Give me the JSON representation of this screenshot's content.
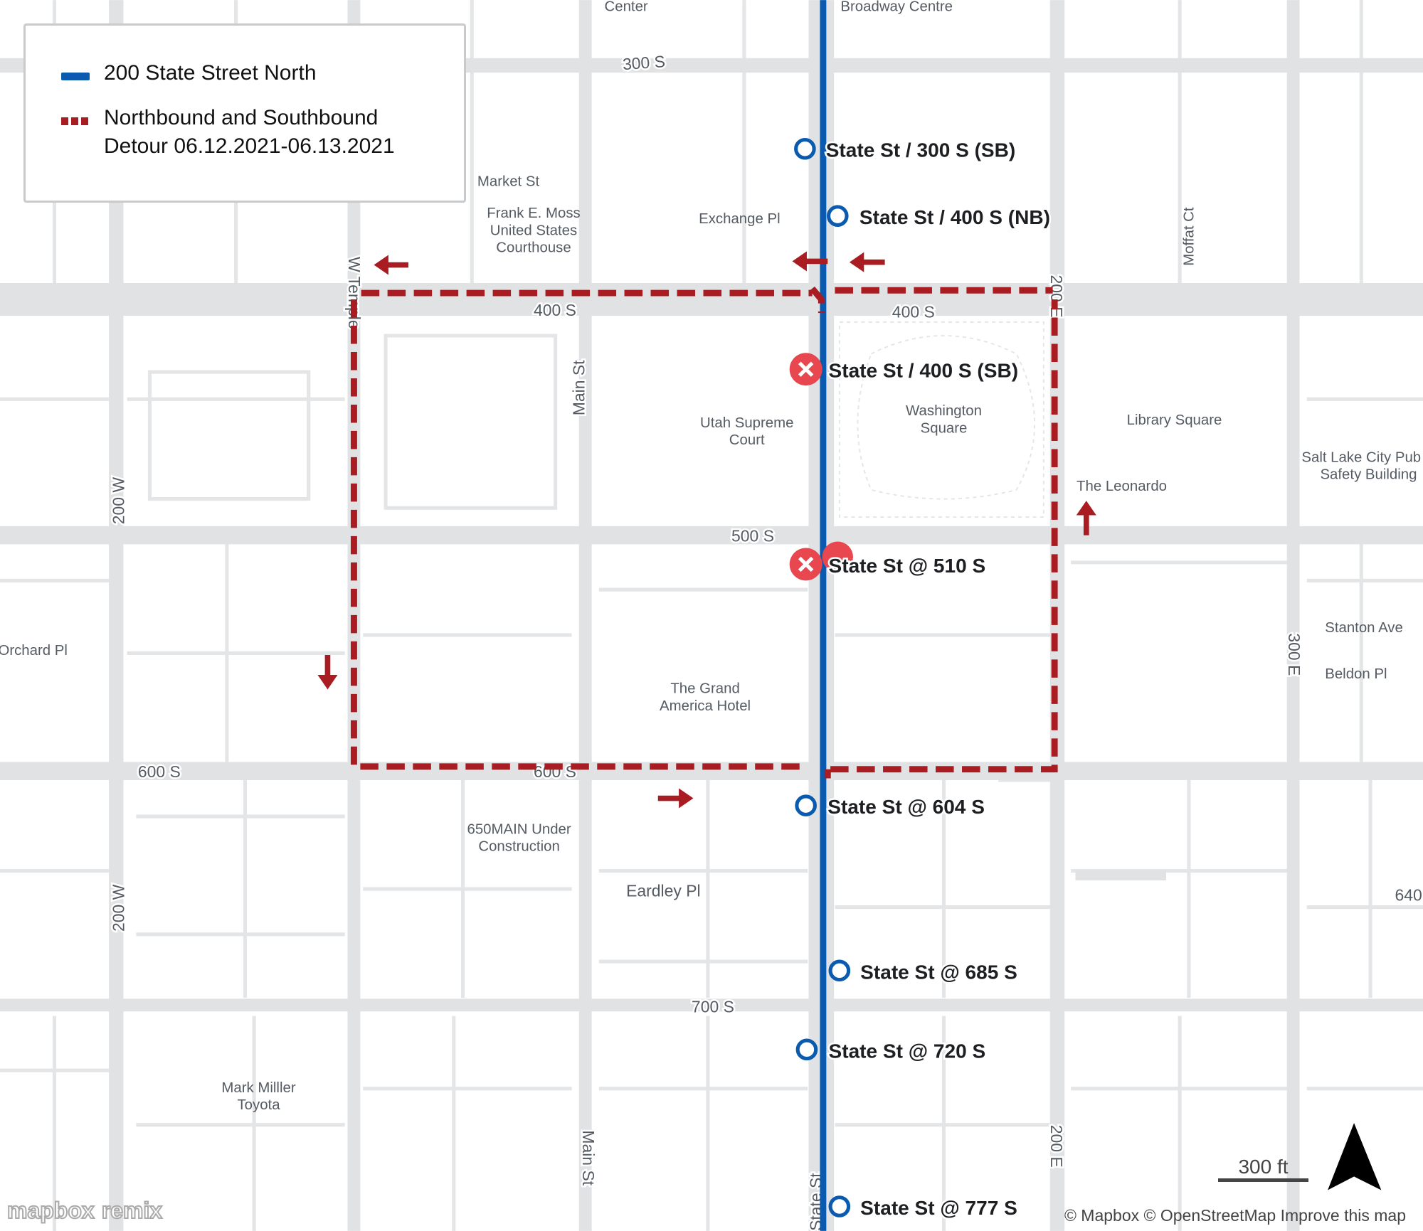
{
  "legend": {
    "items": [
      {
        "label": "200 State Street North",
        "color": "#0a5bb0",
        "style": "solid"
      },
      {
        "label": "Northbound and Southbound",
        "label2": "Detour 06.12.2021-06.13.2021",
        "color": "#a81c22",
        "style": "dashed"
      }
    ]
  },
  "streets": {
    "s300": "300 S",
    "s400a": "400 S",
    "s400b": "400 S",
    "s500": "500 S",
    "s600a": "600 S",
    "s600b": "600 S",
    "s700": "700 S",
    "w200a": "200 W",
    "w200b": "200 W",
    "wtemple": "W Temple",
    "main1": "Main St",
    "main2": "Main St",
    "state": "State St",
    "e200a": "200 E",
    "e200b": "200 E",
    "e300": "300 E",
    "market": "Market St",
    "exchange": "Exchange Pl",
    "moffat": "Moffat Ct",
    "orchard": "Orchard Pl",
    "stanton": "Stanton Ave",
    "beldon": "Beldon Pl",
    "eardley": "Eardley Pl",
    "e640": "640"
  },
  "places": {
    "center": "Center",
    "broadway": "Broadway Centre",
    "moss1": "Frank E. Moss",
    "moss2": "United States",
    "moss3": "Courthouse",
    "court1": "Utah Supreme",
    "court2": "Court",
    "wash1": "Washington",
    "wash2": "Square",
    "library": "Library Square",
    "leonardo": "The Leonardo",
    "safety1": "Salt Lake City Pub",
    "safety2": "Safety Building",
    "grand1": "The Grand",
    "grand2": "America Hotel",
    "main650a": "650MAIN Under",
    "main650b": "Construction",
    "toyota1": "Mark Milller",
    "toyota2": "Toyota"
  },
  "stops": [
    {
      "label": "State St / 300 S (SB)",
      "status": "active"
    },
    {
      "label": "State St / 400 S (NB)",
      "status": "active"
    },
    {
      "label": "State St / 400 S (SB)",
      "status": "closed"
    },
    {
      "label": "State St @ 510 S",
      "status": "closed"
    },
    {
      "label": "State St @ 604 S",
      "status": "active"
    },
    {
      "label": "State St @ 685 S",
      "status": "active"
    },
    {
      "label": "State St @ 720 S",
      "status": "active"
    },
    {
      "label": "State St @ 777 S",
      "status": "active"
    }
  ],
  "colors": {
    "route": "#0a5bb0",
    "detour": "#a81c22",
    "closed": "#e8474f",
    "stop": "#0a5bb0"
  },
  "scale": "300 ft",
  "attribution": "© Mapbox © OpenStreetMap Improve this map",
  "logos": {
    "mapbox": "mapbox",
    "remix": "remix"
  }
}
